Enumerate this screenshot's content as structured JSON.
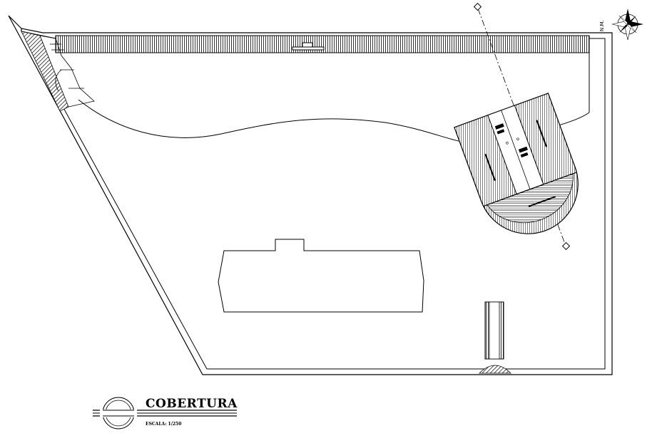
{
  "drawing": {
    "title": "COBERTURA",
    "scale": "ESCALA: 1/250",
    "north_label": "N.M."
  },
  "icons": {
    "north_arrow": "compass-rose-icon",
    "section_marker": "diamond-marker-icon"
  },
  "colors": {
    "ink": "#000000",
    "paper": "#ffffff"
  }
}
